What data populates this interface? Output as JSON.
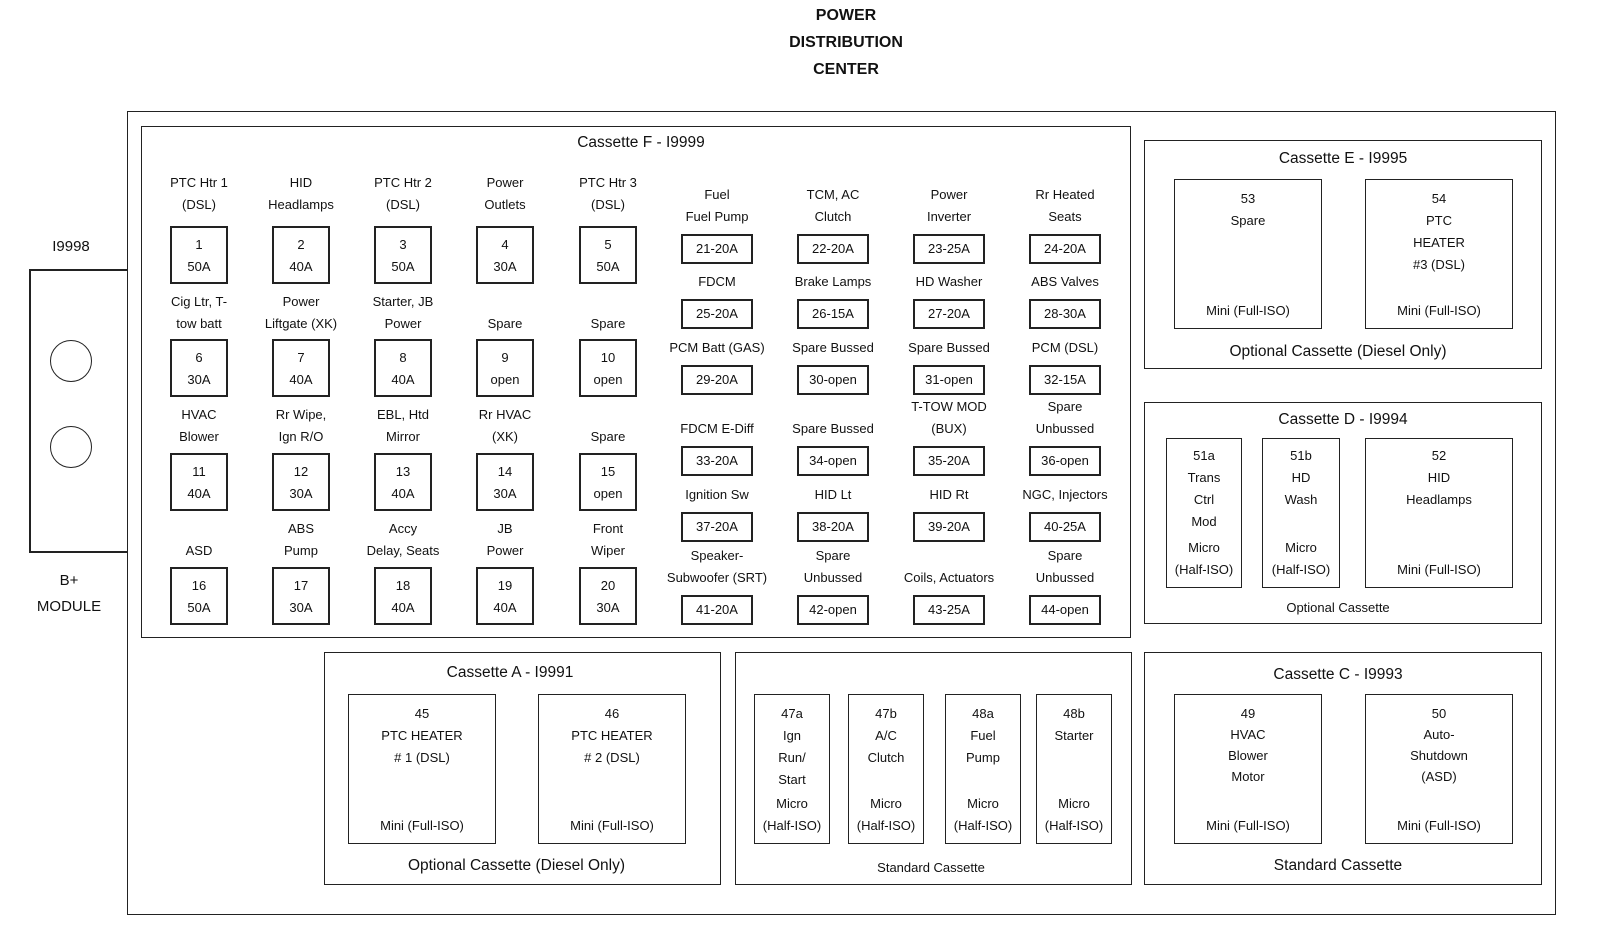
{
  "title": [
    "POWER",
    "DISTRIBUTION",
    "CENTER"
  ],
  "module": {
    "top_label": "I9998",
    "bottom_label": [
      "B+",
      "MODULE"
    ]
  },
  "cassette_f": {
    "title": "Cassette F - I9999",
    "left_grid": [
      [
        {
          "label": [
            "PTC Htr 1",
            "(DSL)"
          ],
          "num": "1",
          "rating": "50A"
        },
        {
          "label": [
            "HID",
            "Headlamps"
          ],
          "num": "2",
          "rating": "40A"
        },
        {
          "label": [
            "PTC Htr 2",
            "(DSL)"
          ],
          "num": "3",
          "rating": "50A"
        },
        {
          "label": [
            "Power",
            "Outlets"
          ],
          "num": "4",
          "rating": "30A"
        },
        {
          "label": [
            "PTC Htr 3",
            "(DSL)"
          ],
          "num": "5",
          "rating": "50A"
        }
      ],
      [
        {
          "label": [
            "Cig Ltr, T-",
            "tow batt"
          ],
          "num": "6",
          "rating": "30A"
        },
        {
          "label": [
            "Power",
            "Liftgate (XK)"
          ],
          "num": "7",
          "rating": "40A"
        },
        {
          "label": [
            "Starter, JB",
            "Power"
          ],
          "num": "8",
          "rating": "40A"
        },
        {
          "label": [
            "",
            "Spare"
          ],
          "num": "9",
          "rating": "open"
        },
        {
          "label": [
            "",
            "Spare"
          ],
          "num": "10",
          "rating": "open"
        }
      ],
      [
        {
          "label": [
            "HVAC",
            "Blower"
          ],
          "num": "11",
          "rating": "40A"
        },
        {
          "label": [
            "Rr Wipe,",
            "Ign R/O"
          ],
          "num": "12",
          "rating": "30A"
        },
        {
          "label": [
            "EBL, Htd",
            "Mirror"
          ],
          "num": "13",
          "rating": "40A"
        },
        {
          "label": [
            "Rr HVAC",
            "(XK)"
          ],
          "num": "14",
          "rating": "30A"
        },
        {
          "label": [
            "",
            "Spare"
          ],
          "num": "15",
          "rating": "open"
        }
      ],
      [
        {
          "label": [
            "",
            "ASD"
          ],
          "num": "16",
          "rating": "50A"
        },
        {
          "label": [
            "ABS",
            "Pump"
          ],
          "num": "17",
          "rating": "30A"
        },
        {
          "label": [
            "Accy",
            "Delay, Seats"
          ],
          "num": "18",
          "rating": "40A"
        },
        {
          "label": [
            "JB",
            "Power"
          ],
          "num": "19",
          "rating": "40A"
        },
        {
          "label": [
            "Front",
            "Wiper"
          ],
          "num": "20",
          "rating": "30A"
        }
      ]
    ],
    "right_grid": [
      [
        {
          "label": [
            "Fuel",
            "Fuel Pump"
          ],
          "code": "21-20A"
        },
        {
          "label": [
            "TCM, AC",
            "Clutch"
          ],
          "code": "22-20A"
        },
        {
          "label": [
            "Power",
            "Inverter"
          ],
          "code": "23-25A"
        },
        {
          "label": [
            "Rr Heated",
            "Seats"
          ],
          "code": "24-20A"
        }
      ],
      [
        {
          "label": [
            "",
            "FDCM"
          ],
          "code": "25-20A"
        },
        {
          "label": [
            "",
            "Brake Lamps"
          ],
          "code": "26-15A"
        },
        {
          "label": [
            "",
            "HD Washer"
          ],
          "code": "27-20A"
        },
        {
          "label": [
            "",
            "ABS Valves"
          ],
          "code": "28-30A"
        }
      ],
      [
        {
          "label": [
            "",
            "PCM Batt (GAS)"
          ],
          "code": "29-20A"
        },
        {
          "label": [
            "",
            "Spare Bussed"
          ],
          "code": "30-open"
        },
        {
          "label": [
            "",
            "Spare Bussed"
          ],
          "code": "31-open"
        },
        {
          "label": [
            "",
            "PCM (DSL)"
          ],
          "code": "32-15A"
        }
      ],
      [
        {
          "label": [
            "",
            "FDCM E-Diff"
          ],
          "code": "33-20A"
        },
        {
          "label": [
            "",
            "Spare Bussed"
          ],
          "code": "34-open"
        },
        {
          "label": [
            "T-TOW MOD",
            "(BUX)"
          ],
          "code": "35-20A"
        },
        {
          "label": [
            "Spare",
            "Unbussed"
          ],
          "code": "36-open"
        }
      ],
      [
        {
          "label": [
            "",
            "Ignition Sw"
          ],
          "code": "37-20A"
        },
        {
          "label": [
            "",
            "HID Lt"
          ],
          "code": "38-20A"
        },
        {
          "label": [
            "",
            "HID Rt"
          ],
          "code": "39-20A"
        },
        {
          "label": [
            "",
            "NGC, Injectors"
          ],
          "code": "40-25A"
        }
      ],
      [
        {
          "label": [
            "Speaker-",
            "Subwoofer (SRT)"
          ],
          "code": "41-20A"
        },
        {
          "label": [
            "Spare",
            "Unbussed"
          ],
          "code": "42-open"
        },
        {
          "label": [
            "",
            "Coils, Actuators"
          ],
          "code": "43-25A"
        },
        {
          "label": [
            "Spare",
            "Unbussed"
          ],
          "code": "44-open"
        }
      ]
    ]
  },
  "cassette_e": {
    "title": "Cassette E - I9995",
    "fuses": [
      {
        "lines": [
          "53",
          "Spare"
        ],
        "type": "Mini (Full-ISO)"
      },
      {
        "lines": [
          "54",
          "PTC",
          "HEATER",
          "#3 (DSL)"
        ],
        "type": "Mini (Full-ISO)"
      }
    ],
    "caption": "Optional Cassette (Diesel Only)"
  },
  "cassette_d": {
    "title": "Cassette D - I9994",
    "fuses": [
      {
        "lines": [
          "51a",
          "Trans",
          "Ctrl",
          "Mod"
        ],
        "type": [
          "Micro",
          "(Half-ISO)"
        ]
      },
      {
        "lines": [
          "51b",
          "HD",
          "Wash"
        ],
        "type": [
          "Micro",
          "(Half-ISO)"
        ]
      },
      {
        "lines": [
          "52",
          "HID",
          "Headlamps"
        ],
        "type": [
          "Mini (Full-ISO)"
        ]
      }
    ],
    "caption": "Optional Cassette"
  },
  "cassette_a": {
    "title": "Cassette A - I9991",
    "fuses": [
      {
        "lines": [
          "45",
          "PTC HEATER",
          "# 1 (DSL)"
        ],
        "type": "Mini (Full-ISO)"
      },
      {
        "lines": [
          "46",
          "PTC HEATER",
          "# 2 (DSL)"
        ],
        "type": "Mini (Full-ISO)"
      }
    ],
    "caption": "Optional Cassette (Diesel Only)"
  },
  "cassette_b": {
    "fuses": [
      {
        "lines": [
          "47a",
          "Ign",
          "Run/",
          "Start"
        ],
        "type": [
          "Micro",
          "(Half-ISO)"
        ]
      },
      {
        "lines": [
          "47b",
          "A/C",
          "Clutch"
        ],
        "type": [
          "Micro",
          "(Half-ISO)"
        ]
      },
      {
        "lines": [
          "48a",
          "Fuel",
          "Pump"
        ],
        "type": [
          "Micro",
          "(Half-ISO)"
        ]
      },
      {
        "lines": [
          "48b",
          "Starter"
        ],
        "type": [
          "Micro",
          "(Half-ISO)"
        ]
      }
    ],
    "caption": "Standard Cassette"
  },
  "cassette_c": {
    "title": "Cassette C - I9993",
    "fuses": [
      {
        "lines": [
          "49",
          "HVAC",
          "Blower",
          "Motor"
        ],
        "type": "Mini (Full-ISO)"
      },
      {
        "lines": [
          "50",
          "Auto-",
          "Shutdown",
          "(ASD)"
        ],
        "type": "Mini (Full-ISO)"
      }
    ],
    "caption": "Standard Cassette"
  }
}
